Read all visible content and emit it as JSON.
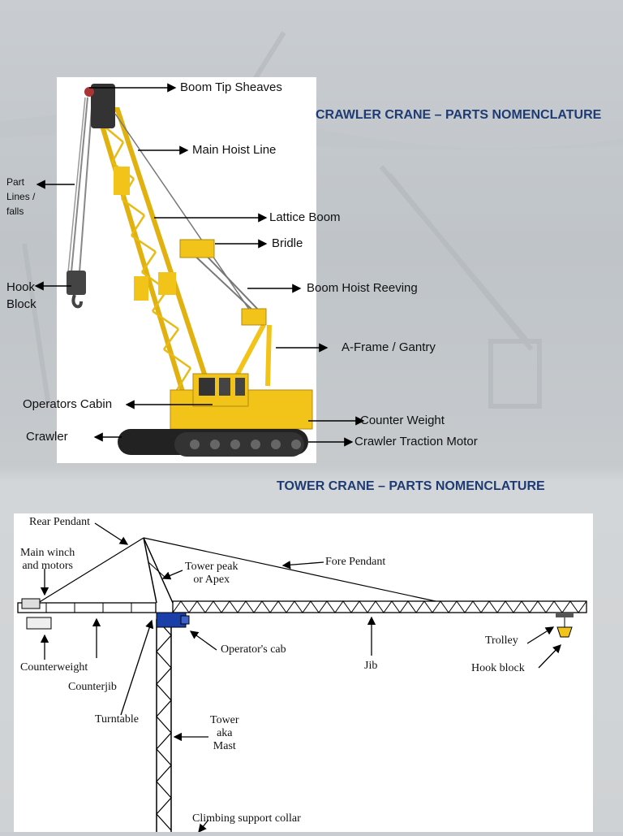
{
  "crawler": {
    "title": "CRAWLER CRANE – PARTS NOMENCLATURE",
    "labels": {
      "boom_tip_sheaves": "Boom Tip Sheaves",
      "main_hoist_line": "Main Hoist Line",
      "part_lines_1": "Part",
      "part_lines_2": "Lines /",
      "part_lines_3": "falls",
      "lattice_boom": "Lattice Boom",
      "bridle": "Bridle",
      "hook_1": "Hook",
      "hook_2": "Block",
      "boom_hoist_reeving": "Boom Hoist Reeving",
      "a_frame": "A-Frame / Gantry",
      "operators_cabin": "Operators Cabin",
      "counter_weight": "Counter Weight",
      "crawler": "Crawler",
      "crawler_traction_motor": "Crawler Traction Motor"
    }
  },
  "tower": {
    "title": "TOWER CRANE – PARTS NOMENCLATURE",
    "labels": {
      "rear_pendant": "Rear Pendant",
      "main_winch_1": "Main winch",
      "main_winch_2": "and motors",
      "tower_peak_1": "Tower peak",
      "tower_peak_2": "or Apex",
      "fore_pendant": "Fore Pendant",
      "operators_cab": "Operator's cab",
      "counterweight": "Counterweight",
      "counterjib": "Counterjib",
      "jib": "Jib",
      "trolley": "Trolley",
      "hook_block": "Hook block",
      "turntable": "Turntable",
      "tower_1": "Tower",
      "tower_2": "aka",
      "tower_3": "Mast",
      "climbing_collar": "Climbing support collar"
    }
  },
  "colors": {
    "title": "#1f3b73",
    "crane_yellow": "#f2c41a",
    "cab_blue": "#1b3fa8"
  }
}
